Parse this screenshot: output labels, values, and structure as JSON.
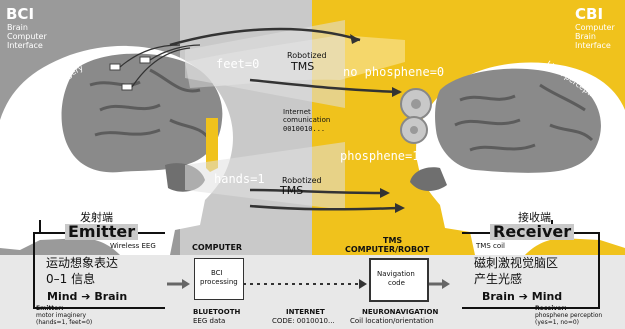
{
  "colors": {
    "yellow": "#f0c21c",
    "dark_gray": "#9a9a9a",
    "light_gray": "#d2d2d2",
    "bottom_bar": "#e8e8e8"
  },
  "left_header": {
    "abbr": "BCI",
    "line1": "Brain",
    "line2": "Computer",
    "line3": "Interface"
  },
  "right_header": {
    "abbr": "CBI",
    "line1": "Computer",
    "line2": "Brain",
    "line3": "Interface"
  },
  "motor_imagery": "Motor imagery",
  "light_perception": "Light perception",
  "upper_path": {
    "signal": "feet=0",
    "robotized": "Robotized",
    "tms": "TMS",
    "result": "no phosphene=0"
  },
  "lower_path": {
    "signal": "hands=1",
    "robotized": "Robotized",
    "tms": "TMS",
    "result": "phosphene=1"
  },
  "internet_comm": {
    "line1": "Internet",
    "line2": "comunication",
    "code": "0010010..."
  },
  "emitter": {
    "cn": "发射端",
    "title": "Emitter",
    "device": "Wireless EEG",
    "desc1": "运动想象表达",
    "desc2": "0–1 信息",
    "flow_from": "Mind",
    "arrow": "➔",
    "flow_to": "Brain"
  },
  "receiver": {
    "cn": "接收端",
    "title": "Receiver",
    "device": "TMS coil",
    "desc1": "磁刺激视觉脑区",
    "desc2": "产生光感",
    "flow_from": "Brain",
    "arrow": "➔",
    "flow_to": "Mind"
  },
  "computer": {
    "heading": "COMPUTER",
    "box1": "BCI",
    "box2": "processing"
  },
  "tms_computer": {
    "heading1": "TMS",
    "heading2": "COMPUTER/ROBOT",
    "box1": "Navigation",
    "box2": "code"
  },
  "footer": {
    "emitter_label": "Emitter:",
    "emitter_l1": "motor imaginery",
    "emitter_l2": "(hands=1, feet=0)",
    "bluetooth_title": "BLUETOOTH",
    "bluetooth_sub": "EEG data",
    "internet_title": "INTERNET",
    "internet_sub": "CODE: 0010010...",
    "neuro_title": "NEURONAVIGATION",
    "neuro_sub": "Coil location/orientation",
    "receiver_label": "Receiver:",
    "receiver_l1": "phosphene perception",
    "receiver_l2": "(yes=1, no=0)"
  }
}
